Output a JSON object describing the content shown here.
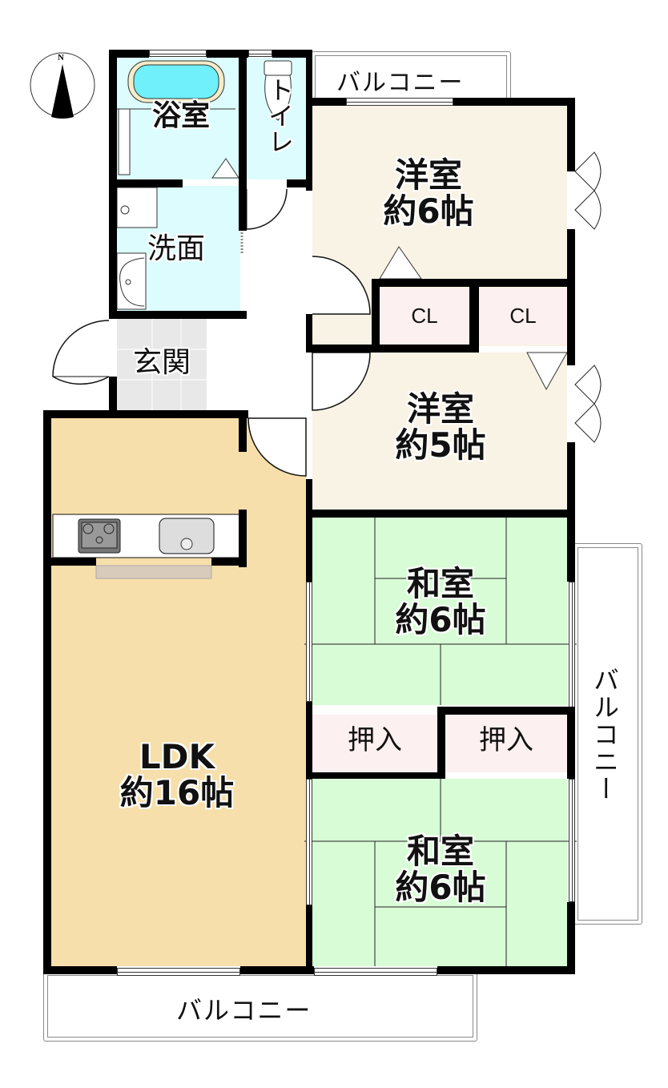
{
  "compass": {
    "label": "N"
  },
  "rooms": {
    "bath": {
      "name": "浴室",
      "color": "#dcfcfe"
    },
    "toilet": {
      "name": "トイレ",
      "color": "#dcfcfe"
    },
    "washroom": {
      "name": "洗面",
      "color": "#dcfcfe"
    },
    "entrance": {
      "name": "玄関",
      "color": "#e8e8e8"
    },
    "western1": {
      "name": "洋室",
      "size": "約6帖",
      "color": "#f9f3e6"
    },
    "western2": {
      "name": "洋室",
      "size": "約5帖",
      "color": "#f9f3e6"
    },
    "closet1": {
      "name": "CL",
      "color": "#fdf0f0"
    },
    "closet2": {
      "name": "CL",
      "color": "#fdf0f0"
    },
    "ldk": {
      "name": "LDK",
      "size": "約16帖",
      "color": "#f6dfaa"
    },
    "japanese1": {
      "name": "和室",
      "size": "約6帖",
      "color": "#d8fcd6"
    },
    "japanese2": {
      "name": "和室",
      "size": "約6帖",
      "color": "#d8fcd6"
    },
    "storage1": {
      "name": "押入",
      "color": "#fdf0f0"
    },
    "storage2": {
      "name": "押入",
      "color": "#fdf0f0"
    }
  },
  "balconies": {
    "top": {
      "name": "バルコニー"
    },
    "right": {
      "name": "バルコニー"
    },
    "bottom": {
      "name": "バルコニー"
    }
  },
  "colors": {
    "wall": "#000000",
    "hallway": "#ffffff",
    "counter": "#ffffff",
    "kitchen_mat": "#d9cbbb"
  }
}
